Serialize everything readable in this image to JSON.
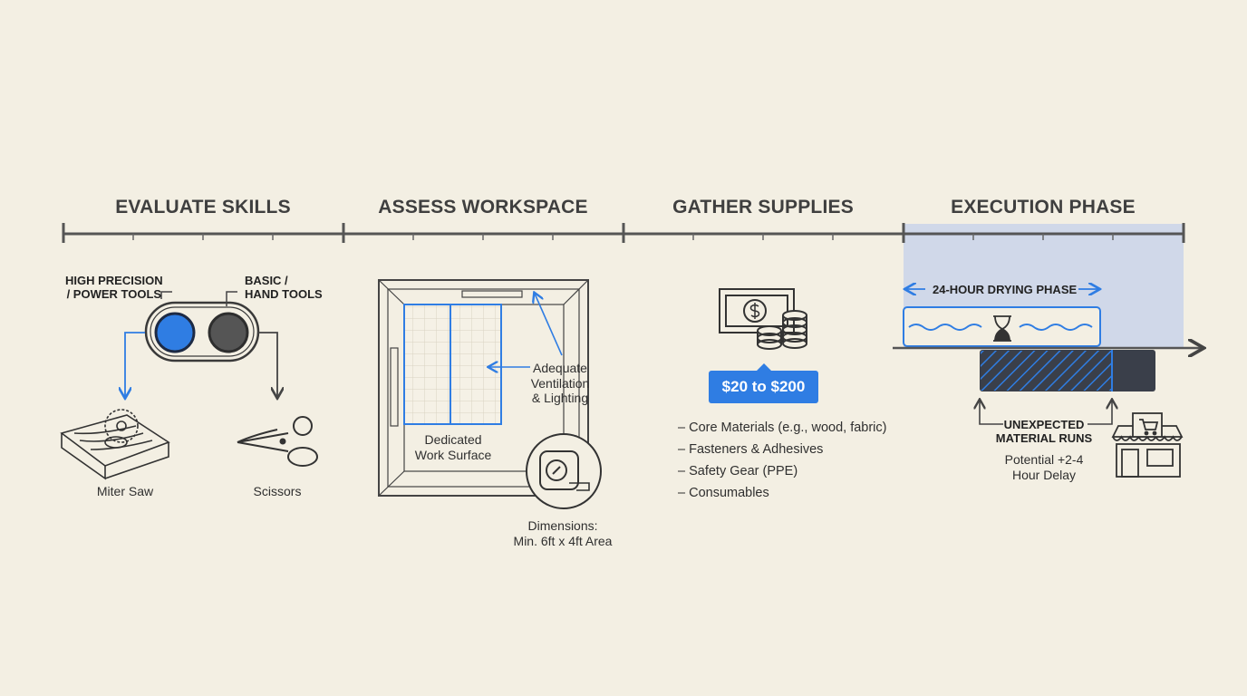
{
  "phases": [
    {
      "label": "EVALUATE SKILLS"
    },
    {
      "label": "ASSESS WORKSPACE"
    },
    {
      "label": "GATHER SUPPLIES"
    },
    {
      "label": "EXECUTION PHASE"
    }
  ],
  "skills": {
    "toggle_left_label": [
      "HIGH PRECISION",
      "/ POWER TOOLS"
    ],
    "toggle_right_label": [
      "BASIC /",
      "HAND TOOLS"
    ],
    "tool_left": "Miter Saw",
    "tool_right": "Scissors",
    "accent_color": "#2f7de3"
  },
  "workspace": {
    "work_surface": [
      "Dedicated",
      "Work Surface"
    ],
    "ventilation": [
      "Adequate",
      "Ventilation",
      "& Lighting"
    ],
    "dimensions": [
      "Dimensions:",
      "Min. 6ft x 4ft Area"
    ]
  },
  "supplies": {
    "price_range": "$20 to $200",
    "items": [
      "– Core Materials (e.g., wood, fabric)",
      "– Fasteners & Adhesives",
      "– Safety Gear (PPE)",
      "– Consumables"
    ]
  },
  "execution": {
    "drying_label": "24-HOUR DRYING PHASE",
    "runs_label": [
      "UNEXPECTED",
      "MATERIAL RUNS"
    ],
    "delay_label": [
      "Potential +2-4",
      "Hour Delay"
    ],
    "highlight_color": "#c9d4ea"
  }
}
